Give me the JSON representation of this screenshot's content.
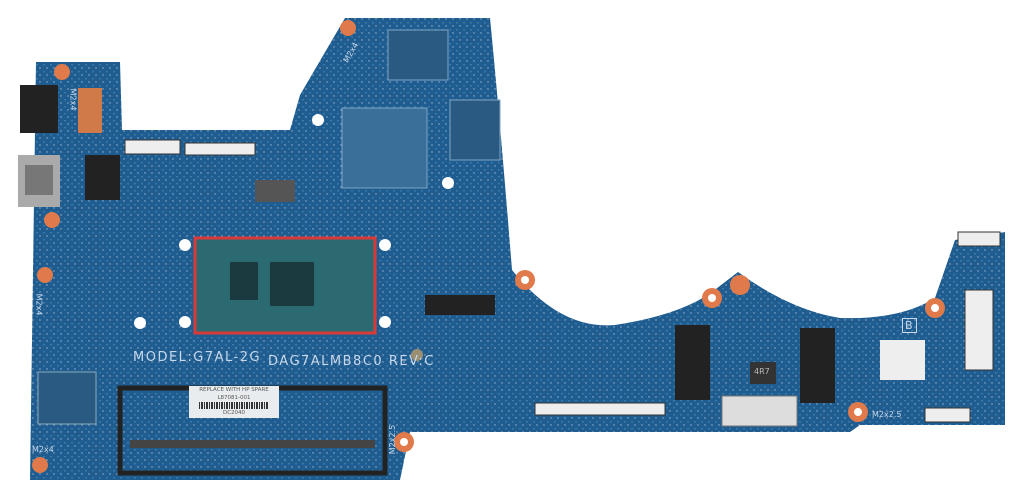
{
  "board": {
    "model_label": "MODEL:G7AL-2G",
    "board_id": "DAG7ALMB8C0 REV:C",
    "revision_mark": "B",
    "inductor_mark": "4R7",
    "screw_labels": [
      "M2x4",
      "M2x4",
      "M2x4",
      "M2x2.5",
      "M2x2.5",
      "M2x4"
    ],
    "colors": {
      "pcb": "#1f5c8f",
      "pads": "#e0784a",
      "cpu_outline": "#d83a3a"
    }
  },
  "sticker": {
    "line1": "REPLACE WITH HP SPARE",
    "part_number": "L87081-001",
    "date_code": "DC2040"
  }
}
